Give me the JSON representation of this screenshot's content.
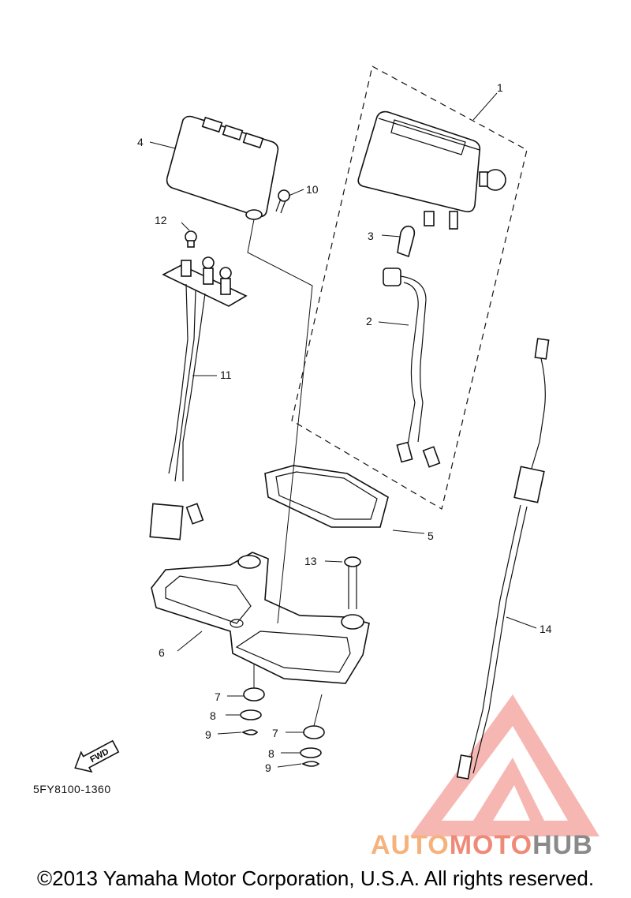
{
  "diagram": {
    "callouts": [
      {
        "id": "1",
        "label": "1"
      },
      {
        "id": "2",
        "label": "2"
      },
      {
        "id": "3",
        "label": "3"
      },
      {
        "id": "4",
        "label": "4"
      },
      {
        "id": "5",
        "label": "5"
      },
      {
        "id": "6",
        "label": "6"
      },
      {
        "id": "7a",
        "label": "7"
      },
      {
        "id": "7b",
        "label": "7"
      },
      {
        "id": "8a",
        "label": "8"
      },
      {
        "id": "8b",
        "label": "8"
      },
      {
        "id": "9a",
        "label": "9"
      },
      {
        "id": "9b",
        "label": "9"
      },
      {
        "id": "10",
        "label": "10"
      },
      {
        "id": "11",
        "label": "11"
      },
      {
        "id": "12",
        "label": "12"
      },
      {
        "id": "13",
        "label": "13"
      },
      {
        "id": "14",
        "label": "14"
      }
    ],
    "fwd_label": "FWD",
    "diagram_code": "5FY8100-1360"
  },
  "watermark": {
    "part1": "AUTO",
    "part2": "MOTO",
    "part3": "HUB",
    "colors": {
      "auto": "#f6b27c",
      "moto": "#f08a78",
      "hub": "#8a8a8a",
      "triangle": "#f3a09a"
    }
  },
  "footer": {
    "copyright": "©2013 Yamaha Motor Corporation, U.S.A. All rights reserved."
  }
}
